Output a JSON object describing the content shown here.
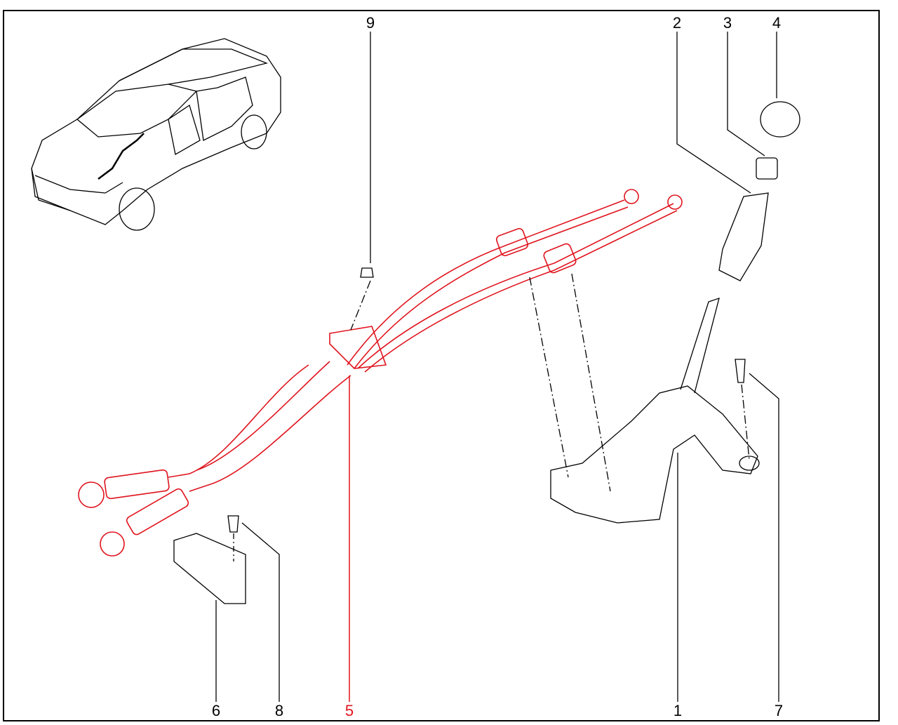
{
  "diagram": {
    "callouts": [
      {
        "id": "callout-1",
        "text": "1"
      },
      {
        "id": "callout-2",
        "text": "2"
      },
      {
        "id": "callout-3",
        "text": "3"
      },
      {
        "id": "callout-4",
        "text": "4"
      },
      {
        "id": "callout-5",
        "text": "5"
      },
      {
        "id": "callout-6",
        "text": "6"
      },
      {
        "id": "callout-7",
        "text": "7"
      },
      {
        "id": "callout-8",
        "text": "8"
      },
      {
        "id": "callout-9",
        "text": "9"
      }
    ],
    "highlight_color": "#e0141e",
    "line_color": "#000000"
  }
}
